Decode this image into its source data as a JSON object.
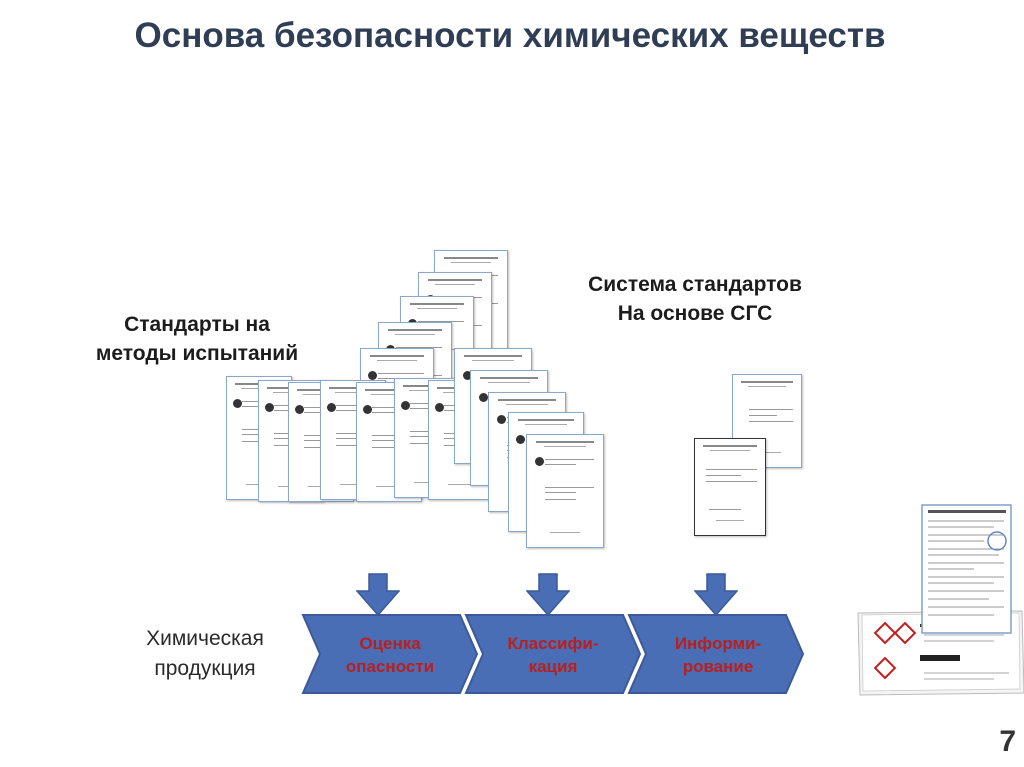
{
  "slide": {
    "title": "Основа безопасности химических веществ",
    "page_number": "7"
  },
  "labels": {
    "test_methods": "Стандарты на методы испытаний",
    "ghs_system": "Система стандартов На основе СГС",
    "chemical_products": "Химическая продукция"
  },
  "process_steps": [
    {
      "label": "Оценка опасности"
    },
    {
      "label": "Классифи-кация"
    },
    {
      "label": "Информи-рование"
    }
  ],
  "colors": {
    "title": "#2f3d55",
    "chevron_fill": "#4a6eb5",
    "chevron_stroke": "#3b5a97",
    "step_text": "#b81f1f",
    "doc_border": "#8aa6c8"
  }
}
